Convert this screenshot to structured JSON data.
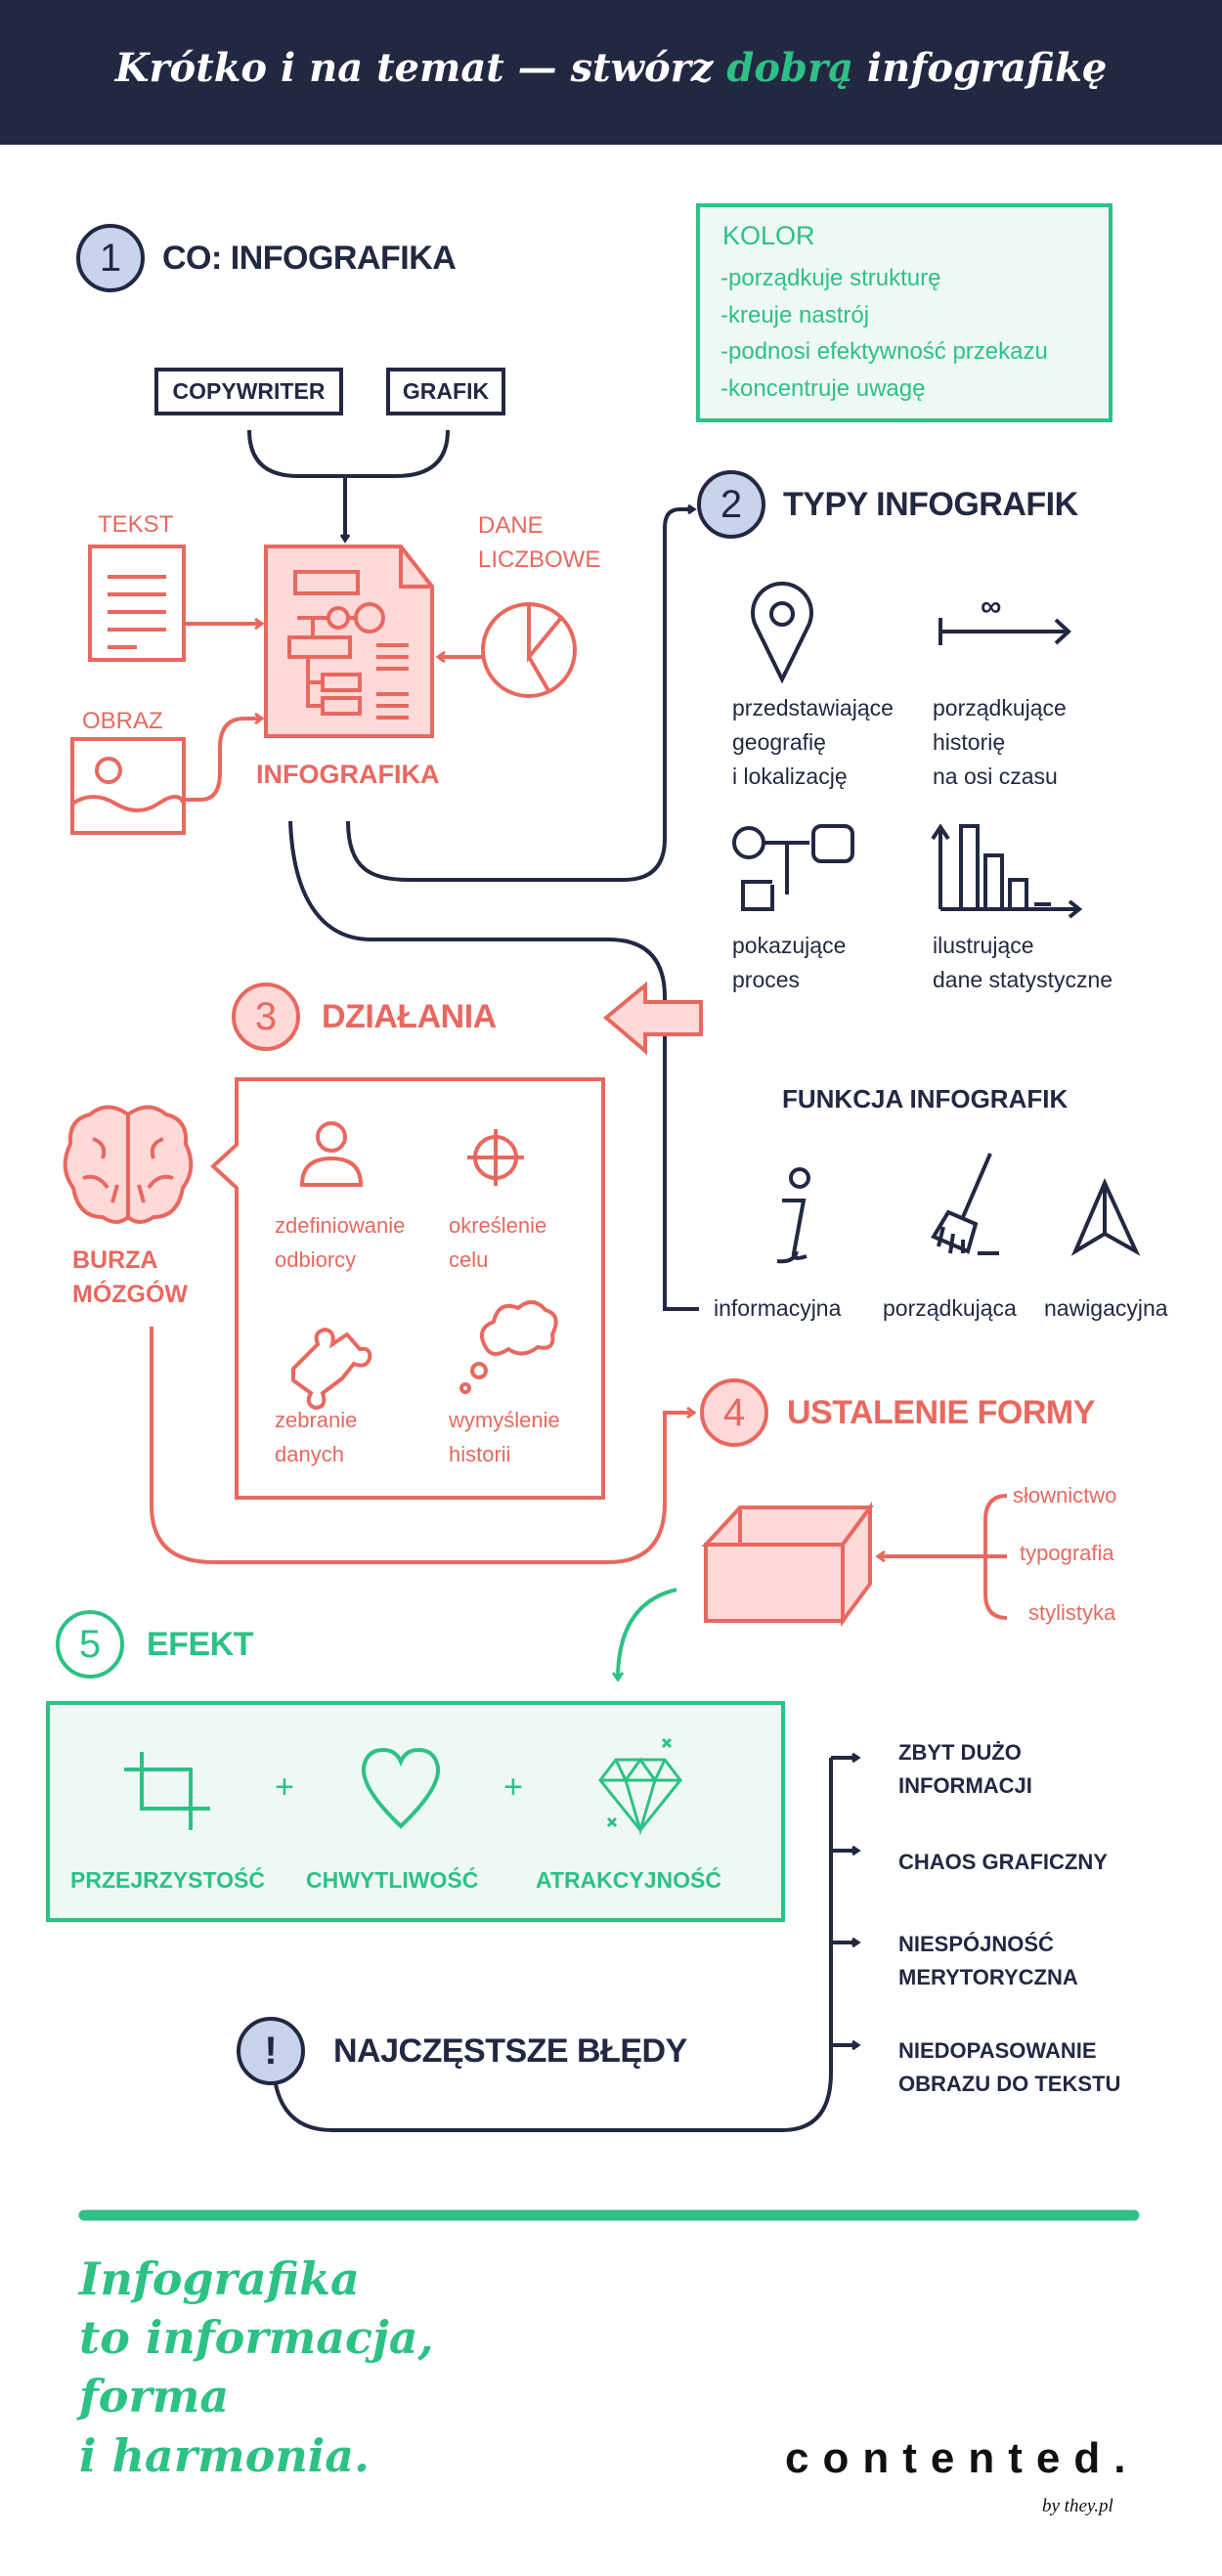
{
  "header": {
    "title_part1": "Krótko i na temat — stwórz ",
    "title_highlight": "dobrą",
    "title_part2": " infografikę"
  },
  "colors": {
    "navy": "#232842",
    "pink": "#e8685f",
    "pink_light": "#fdd9d9",
    "green": "#2dc185",
    "blue_light": "#c8d3ee"
  },
  "section1": {
    "number": "1",
    "title": "CO: INFOGRAFIKA",
    "copywriter": "COPYWRITER",
    "grafik": "GRAFIK",
    "tekst": "TEKST",
    "obraz": "OBRAZ",
    "dane": "DANE\nLICZBOWE",
    "infografika": "INFOGRAFIKA"
  },
  "kolor": {
    "title": "KOLOR",
    "items": [
      "-porządkuje strukturę",
      "-kreuje nastrój",
      "-podnosi efektywność przekazu",
      "-koncentruje uwagę"
    ]
  },
  "section2": {
    "number": "2",
    "title": "TYPY INFOGRAFIK",
    "types": [
      "przedstawiające\ngeografię\ni lokalizację",
      "porządkujące\nhistorię\nna osi czasu",
      "pokazujące\nproces",
      "ilustrujące\ndane statystyczne"
    ],
    "timeline_symbol": "∞",
    "function_title": "FUNKCJA INFOGRAFIK",
    "functions": [
      "informacyjna",
      "porządkująca",
      "nawigacyjna"
    ]
  },
  "section3": {
    "number": "3",
    "title": "DZIAŁANIA",
    "brainstorm": "BURZA\nMÓZGÓW",
    "actions": [
      "zdefiniowanie\nodbiorcy",
      "określenie\ncelu",
      "zebranie\ndanych",
      "wymyślenie\nhistorii"
    ]
  },
  "section4": {
    "number": "4",
    "title": "USTALENIE FORMY",
    "items": [
      "słownictwo",
      "typografia",
      "stylistyka"
    ]
  },
  "section5": {
    "number": "5",
    "title": "EFEKT",
    "plus": "+",
    "effects": [
      "PRZEJRZYSTOŚĆ",
      "CHWYTLIWOŚĆ",
      "ATRAKCYJNOŚĆ"
    ]
  },
  "errors": {
    "symbol": "!",
    "title": "NAJCZĘSTSZE BŁĘDY",
    "items": [
      "ZBYT DUŻO\nINFORMACJI",
      "CHAOS GRAFICZNY",
      "NIESPÓJNOŚĆ\nMERYTORYCZNA",
      "NIEDOPASOWANIE\nOBRAZU DO TEKSTU"
    ]
  },
  "footer": {
    "tagline": [
      "Infografika",
      "to informacja,",
      "forma",
      "i harmonia."
    ],
    "brand": "contented.",
    "by": "by they.pl"
  }
}
